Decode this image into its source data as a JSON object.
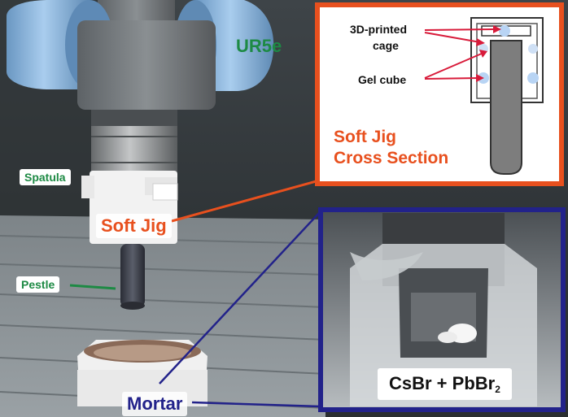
{
  "labels": {
    "robot": "UR5e",
    "spatula": "Spatula",
    "soft_jig": "Soft Jig",
    "pestle": "Pestle",
    "mortar": "Mortar"
  },
  "inset_top": {
    "label_cage_line1": "3D-printed",
    "label_cage_line2": "cage",
    "label_gel": "Gel cube",
    "title_line1": "Soft Jig",
    "title_line2": "Cross Section"
  },
  "inset_bottom": {
    "formula_main": "CsBr + PbBr",
    "formula_sub": "2"
  },
  "colors": {
    "green_label": "#1d8a44",
    "orange_accent": "#e8501e",
    "navy_accent": "#22228a",
    "arm_blue": "#86b4dd",
    "cage_dot": "#b8d4f4"
  }
}
